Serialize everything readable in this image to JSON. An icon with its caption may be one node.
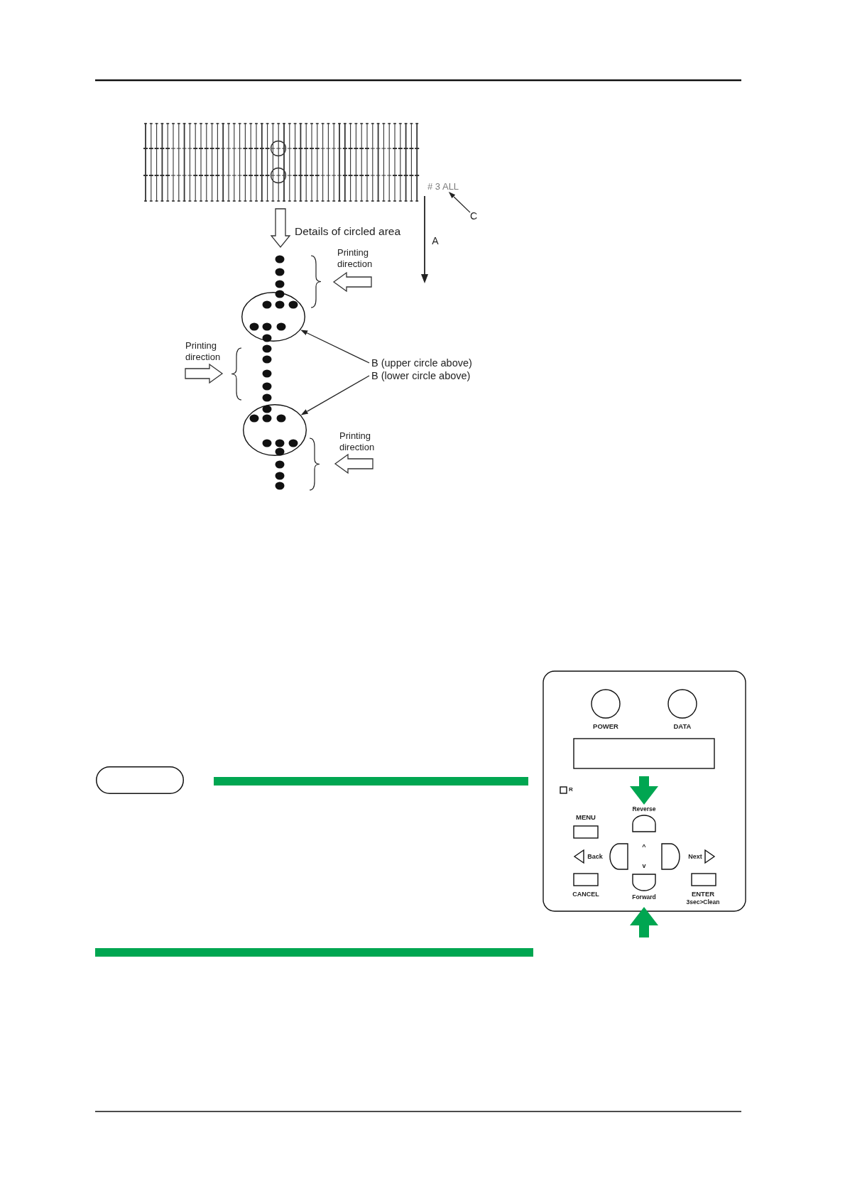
{
  "diagram": {
    "nodes": [
      {
        "text": [
          "# 3 ALL"
        ]
      },
      {
        "text": [
          "C"
        ]
      },
      {
        "text": [
          "B (upper circle above)"
        ]
      },
      {
        "text": [
          "B (lower circle above)"
        ]
      },
      {
        "text": [],
        "shape": "circle"
      },
      {
        "text": [],
        "shape": "circle"
      },
      {
        "text": [],
        "shape": "button",
        "beside": [
          "Reverse"
        ]
      },
      {
        "text": [],
        "shape": "button",
        "beside": [
          "Forward"
        ]
      },
      {
        "text": [],
        "shape": "box"
      }
    ],
    "edges": [
      {
        "from": 1,
        "to": 0,
        "arrow": "to"
      },
      {
        "from": 2,
        "to": 4,
        "arrow": "to"
      },
      {
        "from": 3,
        "to": 5,
        "arrow": "to"
      },
      {
        "from": null,
        "to": 6,
        "arrow": "to",
        "style": "thick",
        "color": "#00a651"
      },
      {
        "from": null,
        "to": 7,
        "arrow": "to",
        "style": "thick",
        "color": "#00a651"
      }
    ],
    "labels": [
      "Details of circled area",
      "A",
      "Printing direction",
      "Printing direction",
      "Printing direction",
      "POWER",
      "DATA",
      "R",
      "MENU",
      "Back",
      "^",
      "Next",
      "v",
      "CANCEL",
      "ENTER",
      "3sec>Clean"
    ]
  }
}
